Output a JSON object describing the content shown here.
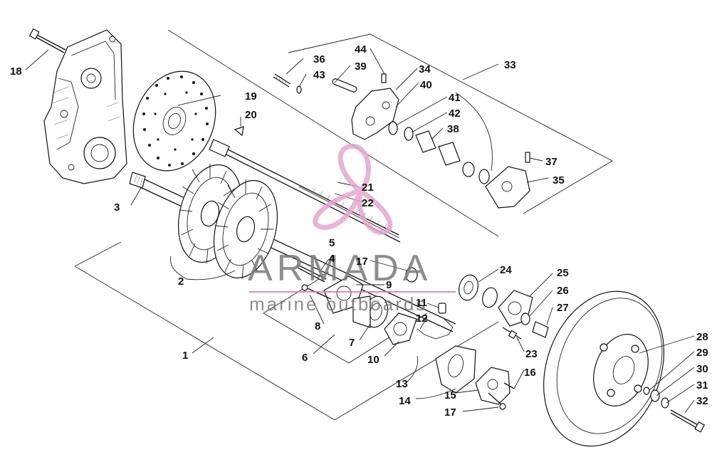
{
  "watermark": {
    "brand": "ARMADA",
    "tagline": "marine outboards",
    "logo_color": "#e7a6cf",
    "text_color": "#7a7a7a",
    "rule_color": "#d07ab4"
  },
  "callouts": [
    {
      "id": "c1",
      "text": "1"
    },
    {
      "id": "c2",
      "text": "2"
    },
    {
      "id": "c3",
      "text": "3"
    },
    {
      "id": "c4",
      "text": "4"
    },
    {
      "id": "c5",
      "text": "5"
    },
    {
      "id": "c6",
      "text": "6"
    },
    {
      "id": "c7",
      "text": "7"
    },
    {
      "id": "c8",
      "text": "8"
    },
    {
      "id": "c9",
      "text": "9"
    },
    {
      "id": "c10",
      "text": "10"
    },
    {
      "id": "c11",
      "text": "11"
    },
    {
      "id": "c12",
      "text": "12"
    },
    {
      "id": "c13",
      "text": "13"
    },
    {
      "id": "c14",
      "text": "14"
    },
    {
      "id": "c15",
      "text": "15"
    },
    {
      "id": "c16",
      "text": "16"
    },
    {
      "id": "c17a",
      "text": "17"
    },
    {
      "id": "c17b",
      "text": "17"
    },
    {
      "id": "c18",
      "text": "18"
    },
    {
      "id": "c19",
      "text": "19"
    },
    {
      "id": "c20",
      "text": "20"
    },
    {
      "id": "c21",
      "text": "21"
    },
    {
      "id": "c22",
      "text": "22"
    },
    {
      "id": "c23",
      "text": "23"
    },
    {
      "id": "c24",
      "text": "24"
    },
    {
      "id": "c25",
      "text": "25"
    },
    {
      "id": "c26",
      "text": "26"
    },
    {
      "id": "c27",
      "text": "27"
    },
    {
      "id": "c28",
      "text": "28"
    },
    {
      "id": "c29",
      "text": "29"
    },
    {
      "id": "c30",
      "text": "30"
    },
    {
      "id": "c31",
      "text": "31"
    },
    {
      "id": "c32",
      "text": "32"
    },
    {
      "id": "c33",
      "text": "33"
    },
    {
      "id": "c34",
      "text": "34"
    },
    {
      "id": "c35",
      "text": "35"
    },
    {
      "id": "c36",
      "text": "36"
    },
    {
      "id": "c37",
      "text": "37"
    },
    {
      "id": "c38",
      "text": "38"
    },
    {
      "id": "c39",
      "text": "39"
    },
    {
      "id": "c40",
      "text": "40"
    },
    {
      "id": "c41",
      "text": "41"
    },
    {
      "id": "c42",
      "text": "42"
    },
    {
      "id": "c43",
      "text": "43"
    },
    {
      "id": "c44",
      "text": "44"
    }
  ]
}
